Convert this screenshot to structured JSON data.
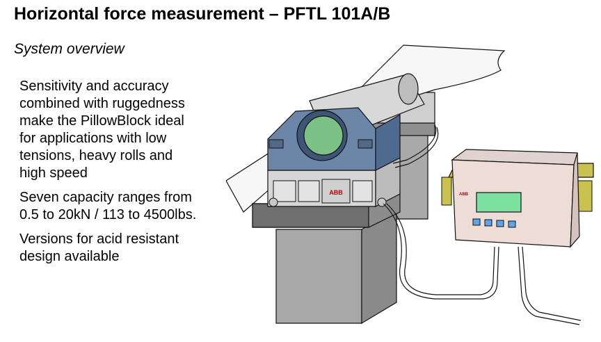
{
  "slide": {
    "title": "Horizontal force measurement – PFTL 101A/B",
    "subtitle": "System overview",
    "bullets": [
      {
        "lines": [
          "Sensitivity and accuracy",
          "combined with ruggedness",
          "make the PillowBlock ideal",
          "for applications with low",
          "tensions, heavy rolls and",
          "high speed"
        ]
      },
      {
        "lines": [
          "Seven capacity ranges from",
          "0.5 to 20kN / 113 to 4500lbs."
        ]
      },
      {
        "lines": [
          "Versions for acid resistant",
          "design available"
        ]
      }
    ]
  },
  "figure": {
    "logo_text": "ABB"
  }
}
